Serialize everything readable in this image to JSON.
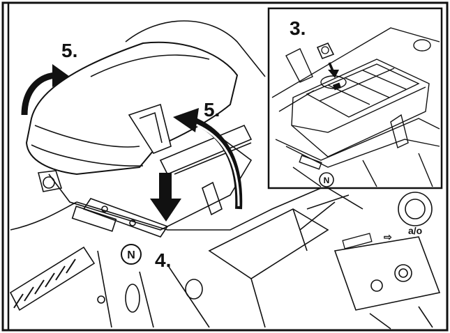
{
  "main_view": {
    "step_labels": {
      "lid_step": "5.",
      "arrow_step": "5.",
      "press_step": "4."
    },
    "neutral_symbol": "N"
  },
  "inset_view": {
    "step_label": "3.",
    "neutral_symbol": "N"
  },
  "background_panel": {
    "indicator_symbol": "a/o",
    "arrow_glyph": "⇨"
  },
  "colors": {
    "line": "#111111",
    "fill": "#ffffff",
    "arrow": "#111111",
    "hatch": "#222222"
  }
}
